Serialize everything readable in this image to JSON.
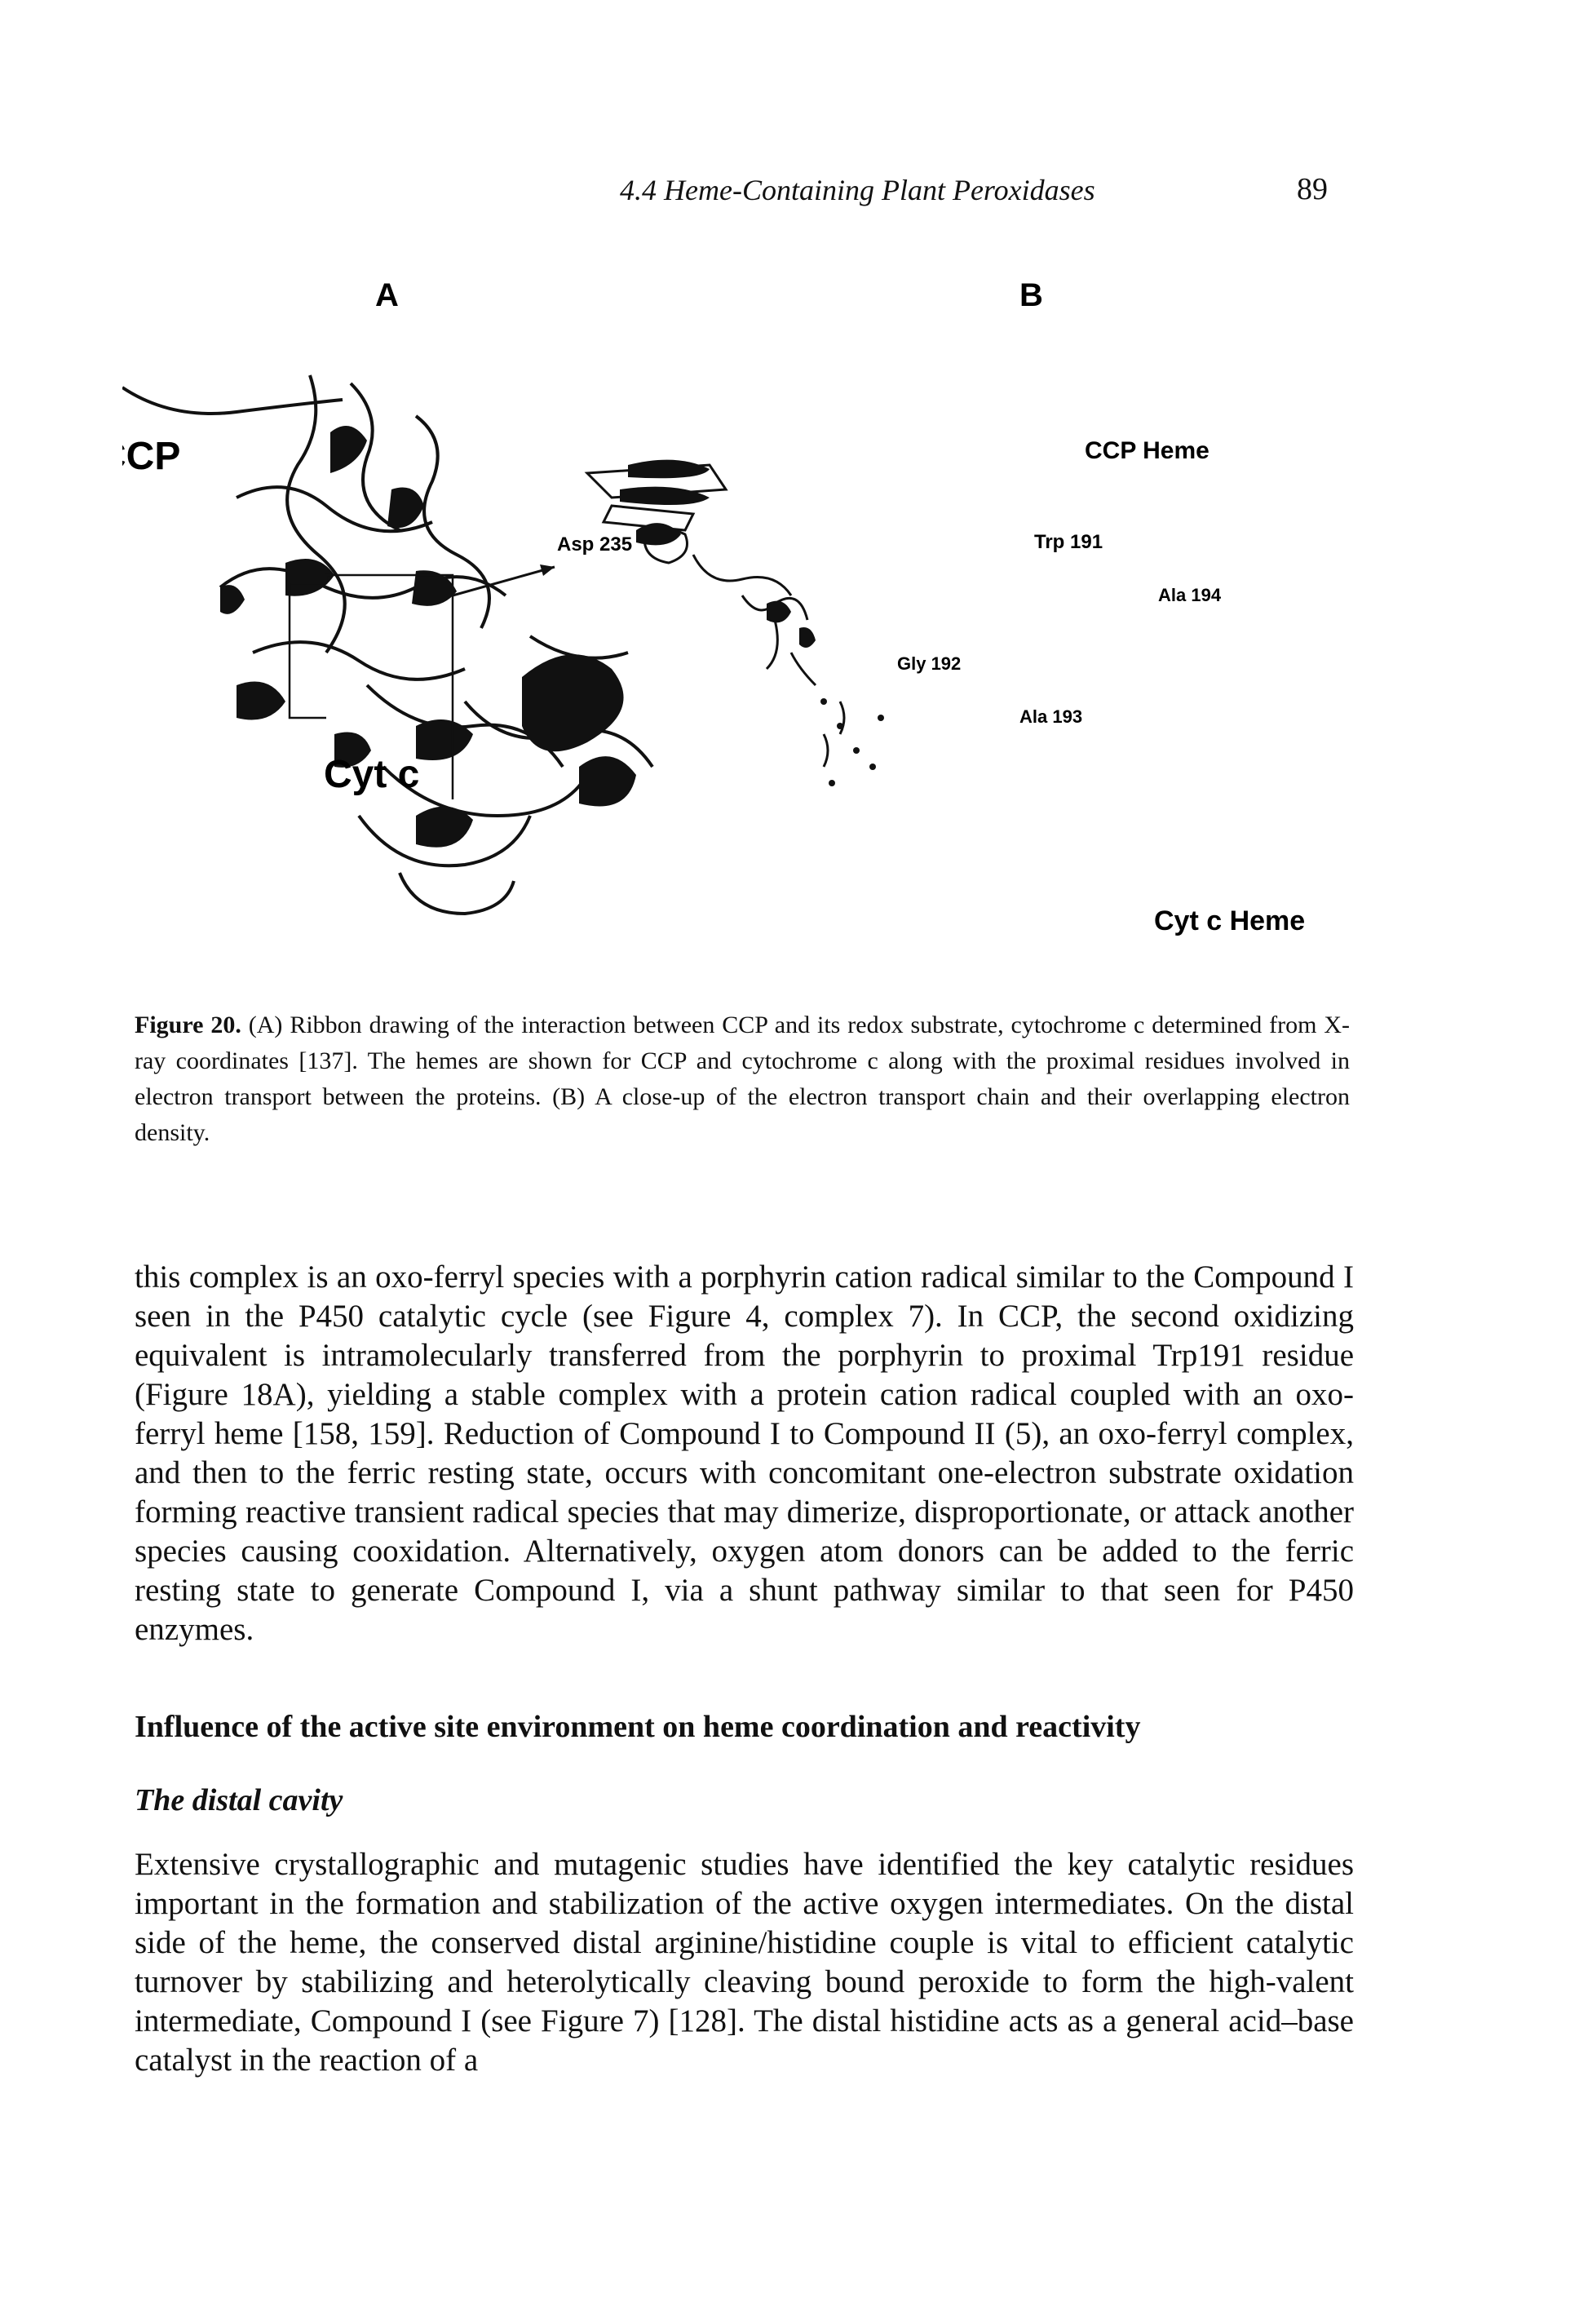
{
  "running_head": "4.4 Heme-Containing Plant Peroxidases",
  "page_number": "89",
  "figure": {
    "panel_a_label": "A",
    "panel_b_label": "B",
    "labels": {
      "ccp": "CCP",
      "cyt_c": "Cyt c",
      "ccp_heme": "CCP Heme",
      "cyt_c_heme": "Cyt c Heme",
      "asp235": "Asp 235",
      "trp191": "Trp 191",
      "ala194": "Ala 194",
      "gly192": "Gly 192",
      "ala193": "Ala 193"
    }
  },
  "caption": {
    "label": "Figure 20.",
    "text": "(A) Ribbon drawing of the interaction between CCP and its redox substrate, cytochrome c determined from X-ray coordinates [137]. The hemes are shown for CCP and cytochrome c along with the proximal residues involved in electron transport between the proteins. (B) A close-up of the electron transport chain and their overlapping electron density."
  },
  "paragraph_1": "this complex is an oxo-ferryl species with a porphyrin cation radical similar to the Compound I seen in the P450 catalytic cycle (see Figure 4, complex 7). In CCP, the second oxidizing equivalent is intramolecularly transferred from the porphyrin to proximal Trp191 residue (Figure 18A), yielding a stable complex with a protein cation radical coupled with an oxo-ferryl heme [158, 159]. Reduction of Compound I to Compound II (5), an oxo-ferryl complex, and then to the ferric resting state, occurs with concomitant one-electron substrate oxidation forming reactive transient radical species that may dimerize, disproportionate, or attack another species causing cooxidation. Alternatively, oxygen atom donors can be added to the ferric resting state to generate Compound I, via a shunt pathway similar to that seen for P450 enzymes.",
  "section_heading": "Influence of the active site environment on heme coordination and reactivity",
  "subsection_heading": "The distal cavity",
  "paragraph_2": "Extensive crystallographic and mutagenic studies have identified the key catalytic residues important in the formation and stabilization of the active oxygen intermediates. On the distal side of the heme, the conserved distal arginine/histidine couple is vital to efficient catalytic turnover by stabilizing and heterolytically cleaving bound peroxide to form the high-valent intermediate, Compound I (see Figure 7) [128]. The distal histidine acts as a general acid–base catalyst in the reaction of a"
}
